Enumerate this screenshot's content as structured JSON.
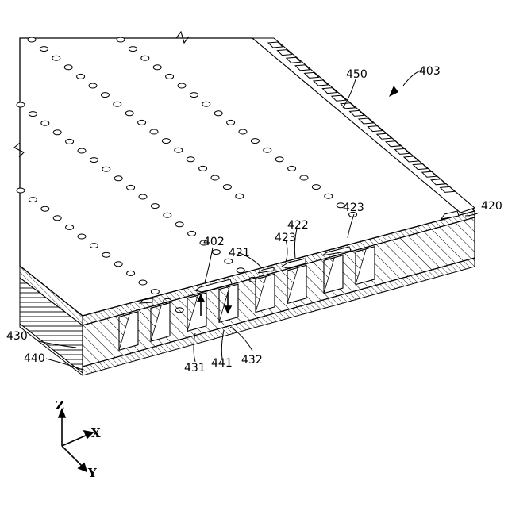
{
  "labels": {
    "l403": "403",
    "l450": "450",
    "l420": "420",
    "l402": "402",
    "l421": "421",
    "l423a": "423",
    "l423b": "423",
    "l422": "422",
    "l430": "430",
    "l440": "440",
    "l431": "431",
    "l441": "441",
    "l432": "432"
  },
  "axes": {
    "z": "Z",
    "x": "X",
    "y": "Y"
  },
  "colors": {
    "ink": "#000000",
    "background": "#ffffff"
  }
}
